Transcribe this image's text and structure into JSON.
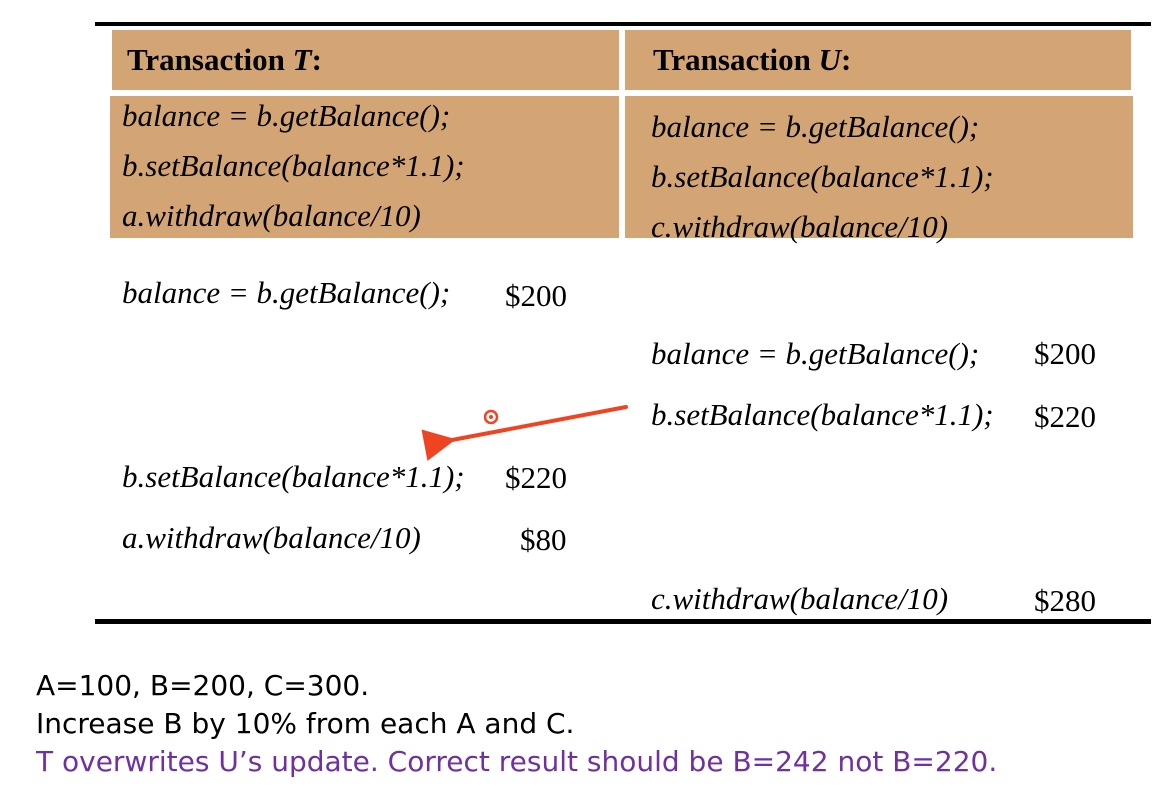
{
  "header": {
    "t_prefix": "Transaction ",
    "t_var": "T",
    "t_suffix": ":",
    "u_prefix": "Transaction ",
    "u_var": "U",
    "u_suffix": ":"
  },
  "code_t": [
    "balance = b.getBalance();",
    "b.setBalance(balance*1.1);",
    "a.withdraw(balance/10)"
  ],
  "code_u": [
    "balance = b.getBalance();",
    "b.setBalance(balance*1.1);",
    "c.withdraw(balance/10)"
  ],
  "schedule": {
    "t1": {
      "op": "balance =  b.getBalance();",
      "value": "$200"
    },
    "u1": {
      "op": "balance = b.getBalance();",
      "value": "$200"
    },
    "u2": {
      "op": "b.setBalance(balance*1.1);",
      "value": "$220"
    },
    "t2": {
      "op": "b.setBalance(balance*1.1);",
      "value": "$220"
    },
    "t3": {
      "op": "a.withdraw(balance/10)",
      "value": "$80"
    },
    "u3": {
      "op": "c.withdraw(balance/10)",
      "value": "$280"
    }
  },
  "notes": {
    "line1": "A=100, B=200, C=300.",
    "line2": "Increase B by 10% from each A and C.",
    "line3": "T overwrites U’s update. Correct result should be B=242 not B=220."
  },
  "colors": {
    "header_bg": "#d4a574",
    "arrow": "#ee4422",
    "note_highlight": "#7030a0"
  }
}
